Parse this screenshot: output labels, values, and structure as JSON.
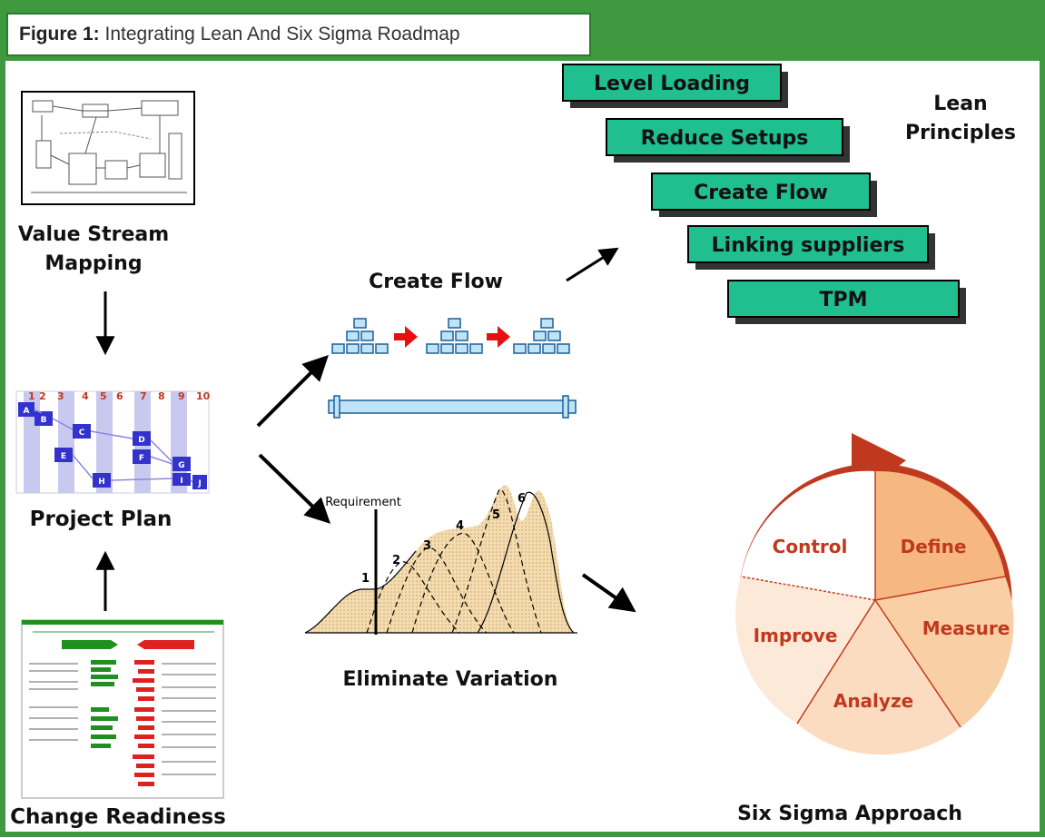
{
  "figure": {
    "prefix": "Figure 1:",
    "title": "Integrating Lean And Six Sigma Roadmap"
  },
  "left_column": {
    "value_stream_label_line1": "Value Stream",
    "value_stream_label_line2": "Mapping",
    "project_plan_label": "Project Plan",
    "change_readiness_label": "Change Readiness",
    "plan_numbers": [
      "1",
      "2",
      "3",
      "4",
      "5",
      "6",
      "7",
      "8",
      "9",
      "10"
    ],
    "plan_tasks": [
      "A",
      "B",
      "C",
      "D",
      "E",
      "F",
      "G",
      "H",
      "I",
      "J"
    ]
  },
  "center": {
    "create_flow_label": "Create Flow",
    "eliminate_variation_label": "Eliminate Variation",
    "requirement_label": "Requirement",
    "curve_numbers": [
      "1",
      "2",
      "3",
      "4",
      "5",
      "6"
    ]
  },
  "lean": {
    "heading_line1": "Lean",
    "heading_line2": "Principles",
    "principles": [
      "Level Loading",
      "Reduce Setups",
      "Create Flow",
      "Linking suppliers",
      "TPM"
    ]
  },
  "six_sigma": {
    "label": "Six Sigma Approach",
    "phases": [
      "Define",
      "Measure",
      "Analyze",
      "Improve",
      "Control"
    ]
  },
  "colors": {
    "green_frame": "#3f9a3f",
    "lean_box": "#1fbf8f",
    "dark_red": "#c0391f",
    "project_blue": "#3333cc"
  }
}
